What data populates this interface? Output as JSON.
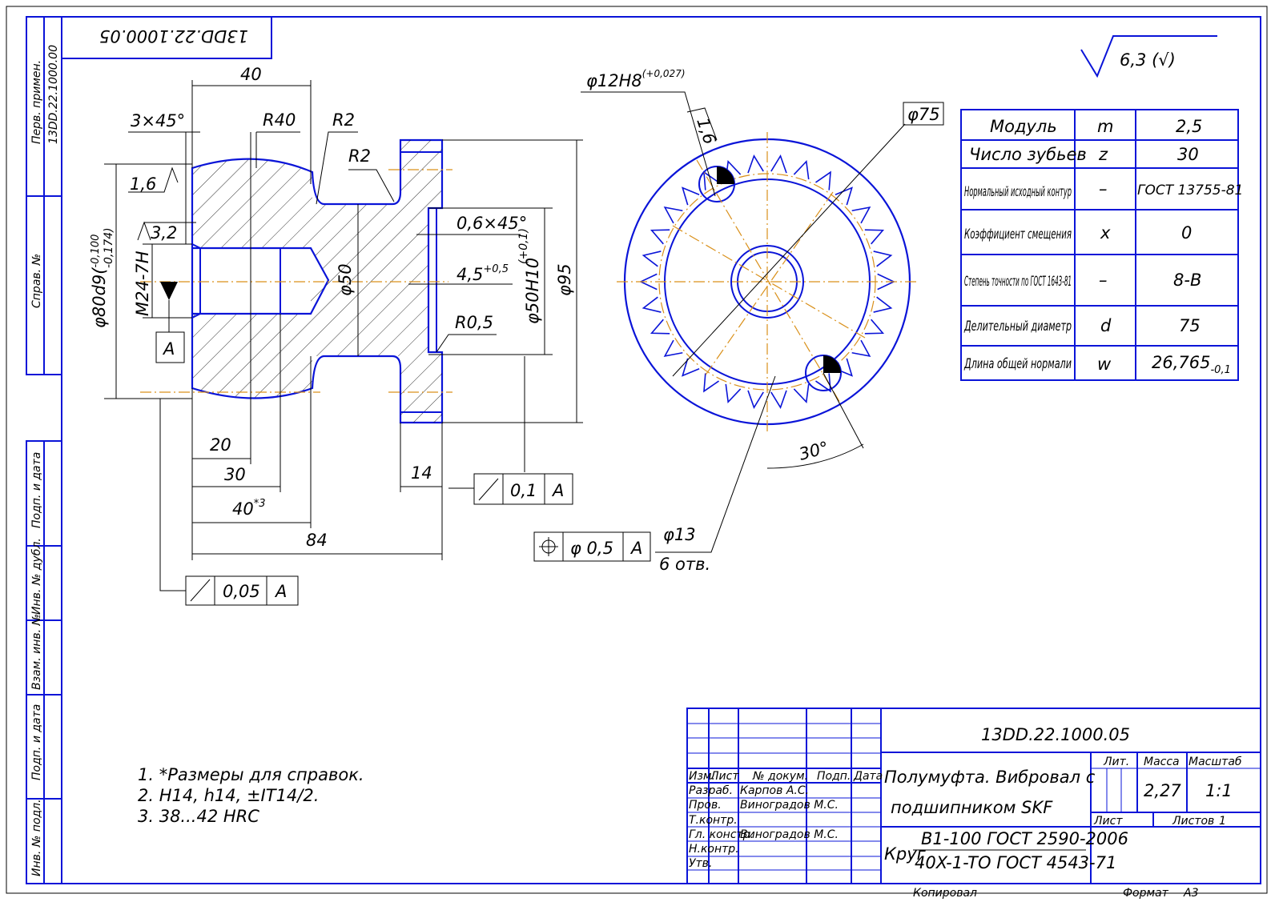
{
  "drawing_number": "13DD.22.1000.05",
  "roughness": "6,3 (√)",
  "side_stamp": {
    "perv_primen_label": "Перв. примен.",
    "perv_primen_value": "13DD.22.1000.00",
    "sprav_label": "Справ. №",
    "podp_data_1": "Подп. и дата",
    "inv_dubl": "Инв. № дубл.",
    "vzam_inv": "Взам. инв. №",
    "podp_data_2": "Подп. и дата",
    "inv_podl": "Инв. № подл."
  },
  "section_dims": {
    "d40": "40",
    "chamfer": "3×45°",
    "r40": "R40",
    "r2a": "R2",
    "r2b": "R2",
    "rough16": "1,6",
    "rough32": "3,2",
    "thread": "M24-7H",
    "dia80": "φ80d9(",
    "dia80_tol": "-0,100",
    "dia80_tol2": "-0,174",
    "dia80_close": ")",
    "datum": "A",
    "dia50": "φ50",
    "chamfer2": "0,6×45°",
    "groove": "4,5",
    "groove_tol": "+0,5",
    "dia50h10": "φ50H10",
    "dia50h10_tol": "(+0,1)",
    "dia95": "φ95",
    "r05": "R0,5",
    "d20": "20",
    "d30": "30",
    "d40b": "40",
    "d40b_tol": "*3",
    "d84": "84",
    "d14": "14"
  },
  "tolerance_frames": {
    "runout1_value": "0,1",
    "runout1_datum": "A",
    "runout2_value": "0,05",
    "runout2_datum": "A",
    "position_value": "φ 0,5",
    "position_datum": "A"
  },
  "front_view": {
    "hole": "φ12H8",
    "hole_tol": "(+0,027)",
    "rough": "1,6",
    "pcd": "φ75",
    "holes_dia": "φ13",
    "holes_count": "6 отв.",
    "angle": "30°"
  },
  "gear_table": [
    {
      "name": "Модуль",
      "symbol": "m",
      "value": "2,5"
    },
    {
      "name": "Число зубьев",
      "symbol": "z",
      "value": "30"
    },
    {
      "name": "Нормальный исходный контур",
      "symbol": "–",
      "value": "ГОСТ 13755-81"
    },
    {
      "name": "Коэффициент смещения",
      "symbol": "x",
      "value": "0"
    },
    {
      "name": "Степень точности по ГОСТ 1643-81",
      "symbol": "–",
      "value": "8-B"
    },
    {
      "name": "Делительный диаметр",
      "symbol": "d",
      "value": "75"
    },
    {
      "name": "Длина общей нормали",
      "symbol": "w",
      "value": "26,765"
    }
  ],
  "gear_table_w_tol": "-0,1",
  "notes": [
    "1.  *Размеры для справок.",
    "2.  H14, h14, ±IT14/2.",
    "3.  38...42 HRC"
  ],
  "title_block": {
    "number": "13DD.22.1000.05",
    "name_line1": "Полумуфта. Вибровал с",
    "name_line2": "подшипником SKF",
    "material_line1": "B1-100 ГОСТ 2590-2006",
    "material_prefix": "Круг",
    "material_line2": "40X-1-TO ГОСТ 4543-71",
    "lit": "Лит.",
    "massa": "Масса",
    "masshtab": "Масштаб",
    "mass_value": "2,27",
    "scale_value": "1:1",
    "list": "Лист",
    "listov": "Листов",
    "listov_value": "1",
    "hdr_izm": "Изм.",
    "hdr_list": "Лист",
    "hdr_doc": "№ докум.",
    "hdr_podp": "Подп.",
    "hdr_data": "Дата",
    "roles": [
      "Разраб.",
      "Пров.",
      "Т.контр.",
      "Гл. констр.",
      "Н.контр.",
      "Утв."
    ],
    "names": [
      "Карпов А.С.",
      "Виноградов М.С.",
      "",
      "Виноградов М.С.",
      "",
      ""
    ],
    "kopiroval": "Копировал",
    "format_label": "Формат",
    "format_value": "A3"
  }
}
